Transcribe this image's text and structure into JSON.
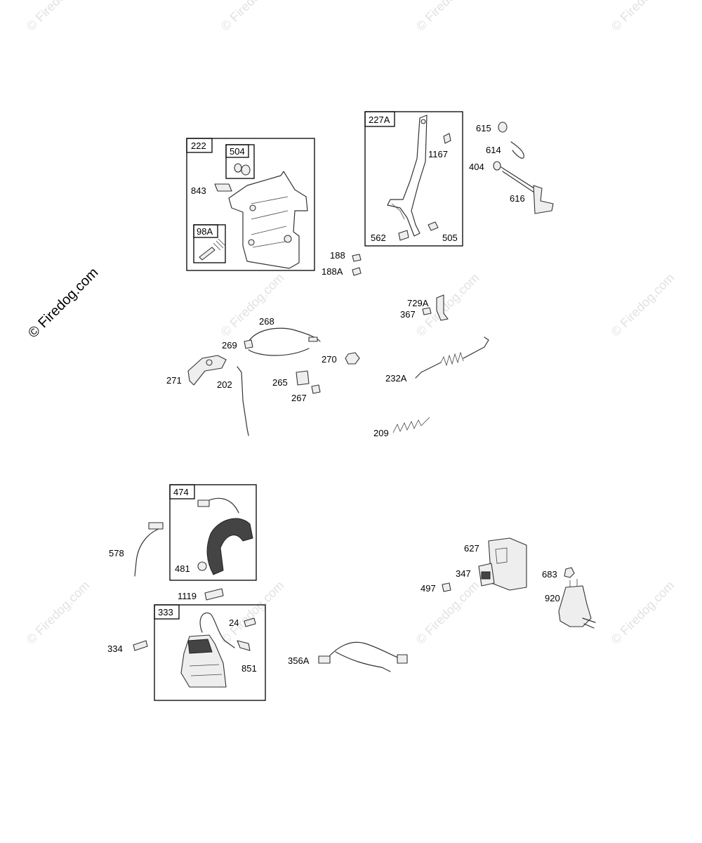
{
  "watermark": {
    "brand": "Firedog.com",
    "copyright_brand": "© Firedog.com"
  },
  "groups": {
    "g222": "222",
    "g504": "504",
    "g98a": "98A",
    "g227a": "227A",
    "g474": "474",
    "g333": "333"
  },
  "labels": {
    "l843": "843",
    "l188": "188",
    "l188a": "188A",
    "l1167": "1167",
    "l562": "562",
    "l505": "505",
    "l615": "615",
    "l614": "614",
    "l404": "404",
    "l616": "616",
    "l729a": "729A",
    "l367": "367",
    "l268": "268",
    "l269": "269",
    "l270": "270",
    "l271": "271",
    "l202": "202",
    "l265": "265",
    "l267": "267",
    "l232a": "232A",
    "l209": "209",
    "l578": "578",
    "l481": "481",
    "l1119": "1119",
    "l334": "334",
    "l24": "24",
    "l851": "851",
    "l356a": "356A",
    "l627": "627",
    "l347": "347",
    "l497": "497",
    "l683": "683",
    "l920": "920"
  }
}
